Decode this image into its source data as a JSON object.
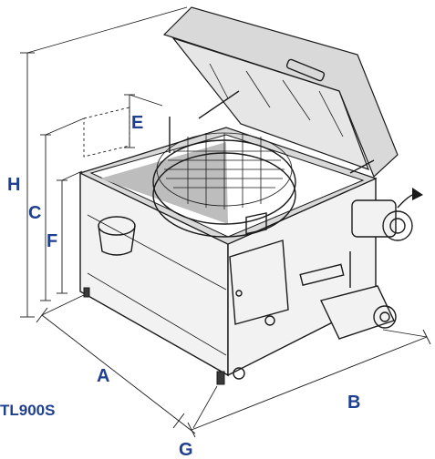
{
  "dimension_labels": {
    "A": "A",
    "B": "B",
    "C": "C",
    "E": "E",
    "F": "F",
    "G": "G",
    "H": "H"
  },
  "model": "TL900S",
  "colors": {
    "label_blue": "#1f3f8f",
    "line": "#1a1a1a"
  }
}
